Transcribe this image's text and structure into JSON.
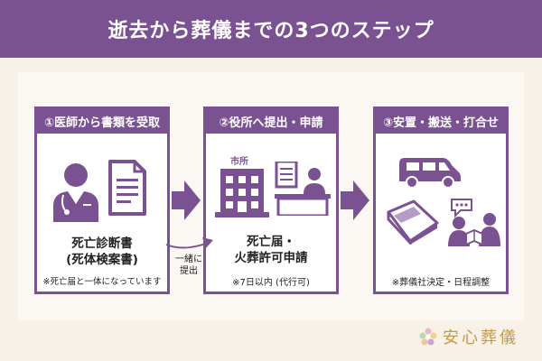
{
  "header": {
    "title": "逝去から葬儀までの3つのステップ"
  },
  "steps": [
    {
      "heading": "①医師から書類を受取",
      "title_line1": "死亡診断書",
      "title_line2": "(死体検案書)",
      "note": "※死亡届と一体になっています"
    },
    {
      "heading": "②役所へ提出・申請",
      "title_line1": "死亡届・",
      "title_line2": "火葬許可申請",
      "note": "※7日以内 (代行可)",
      "building_sign": "市所"
    },
    {
      "heading": "③安置・搬送・打合せ",
      "note": "※葬儀社決定・日程調整"
    }
  ],
  "connector": {
    "label_line1": "一緒に",
    "label_line2": "提出"
  },
  "logo": {
    "text": "安心葬儀"
  },
  "colors": {
    "accent": "#7a5292",
    "background": "#f7f1e8",
    "logo": "#c29a4b"
  }
}
